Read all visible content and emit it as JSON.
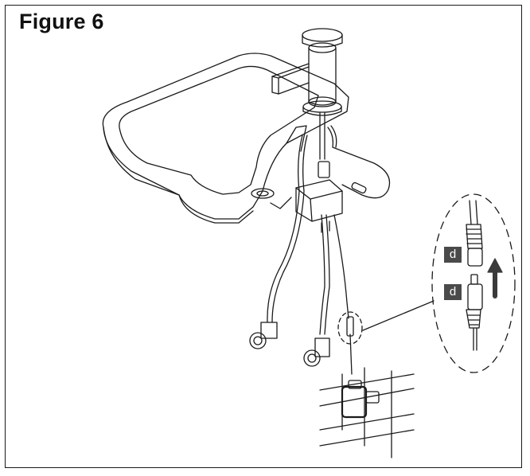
{
  "figure": {
    "title": "Figure 6"
  },
  "labels": {
    "connector_upper": "d",
    "connector_lower": "d"
  },
  "colors": {
    "line": "#1a1a1a",
    "label_bg": "#4a4a4a",
    "arrow": "#3a3a3a"
  }
}
